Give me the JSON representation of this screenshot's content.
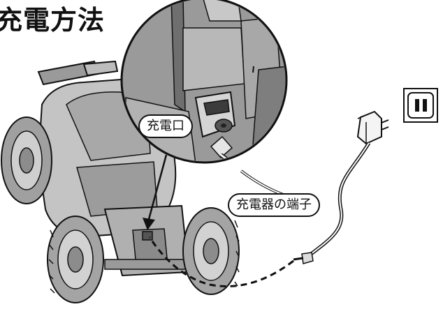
{
  "title": "充電方法",
  "labels": {
    "charging_port": "充電口",
    "charger_plug": "充電器の端子"
  },
  "colors": {
    "line": "#111111",
    "body": "#bfbfbf",
    "dark": "#7a7a7a",
    "inset_bg": "#8e8e8e"
  },
  "icons": [
    "wall-outlet-icon",
    "ac-adapter-icon"
  ]
}
